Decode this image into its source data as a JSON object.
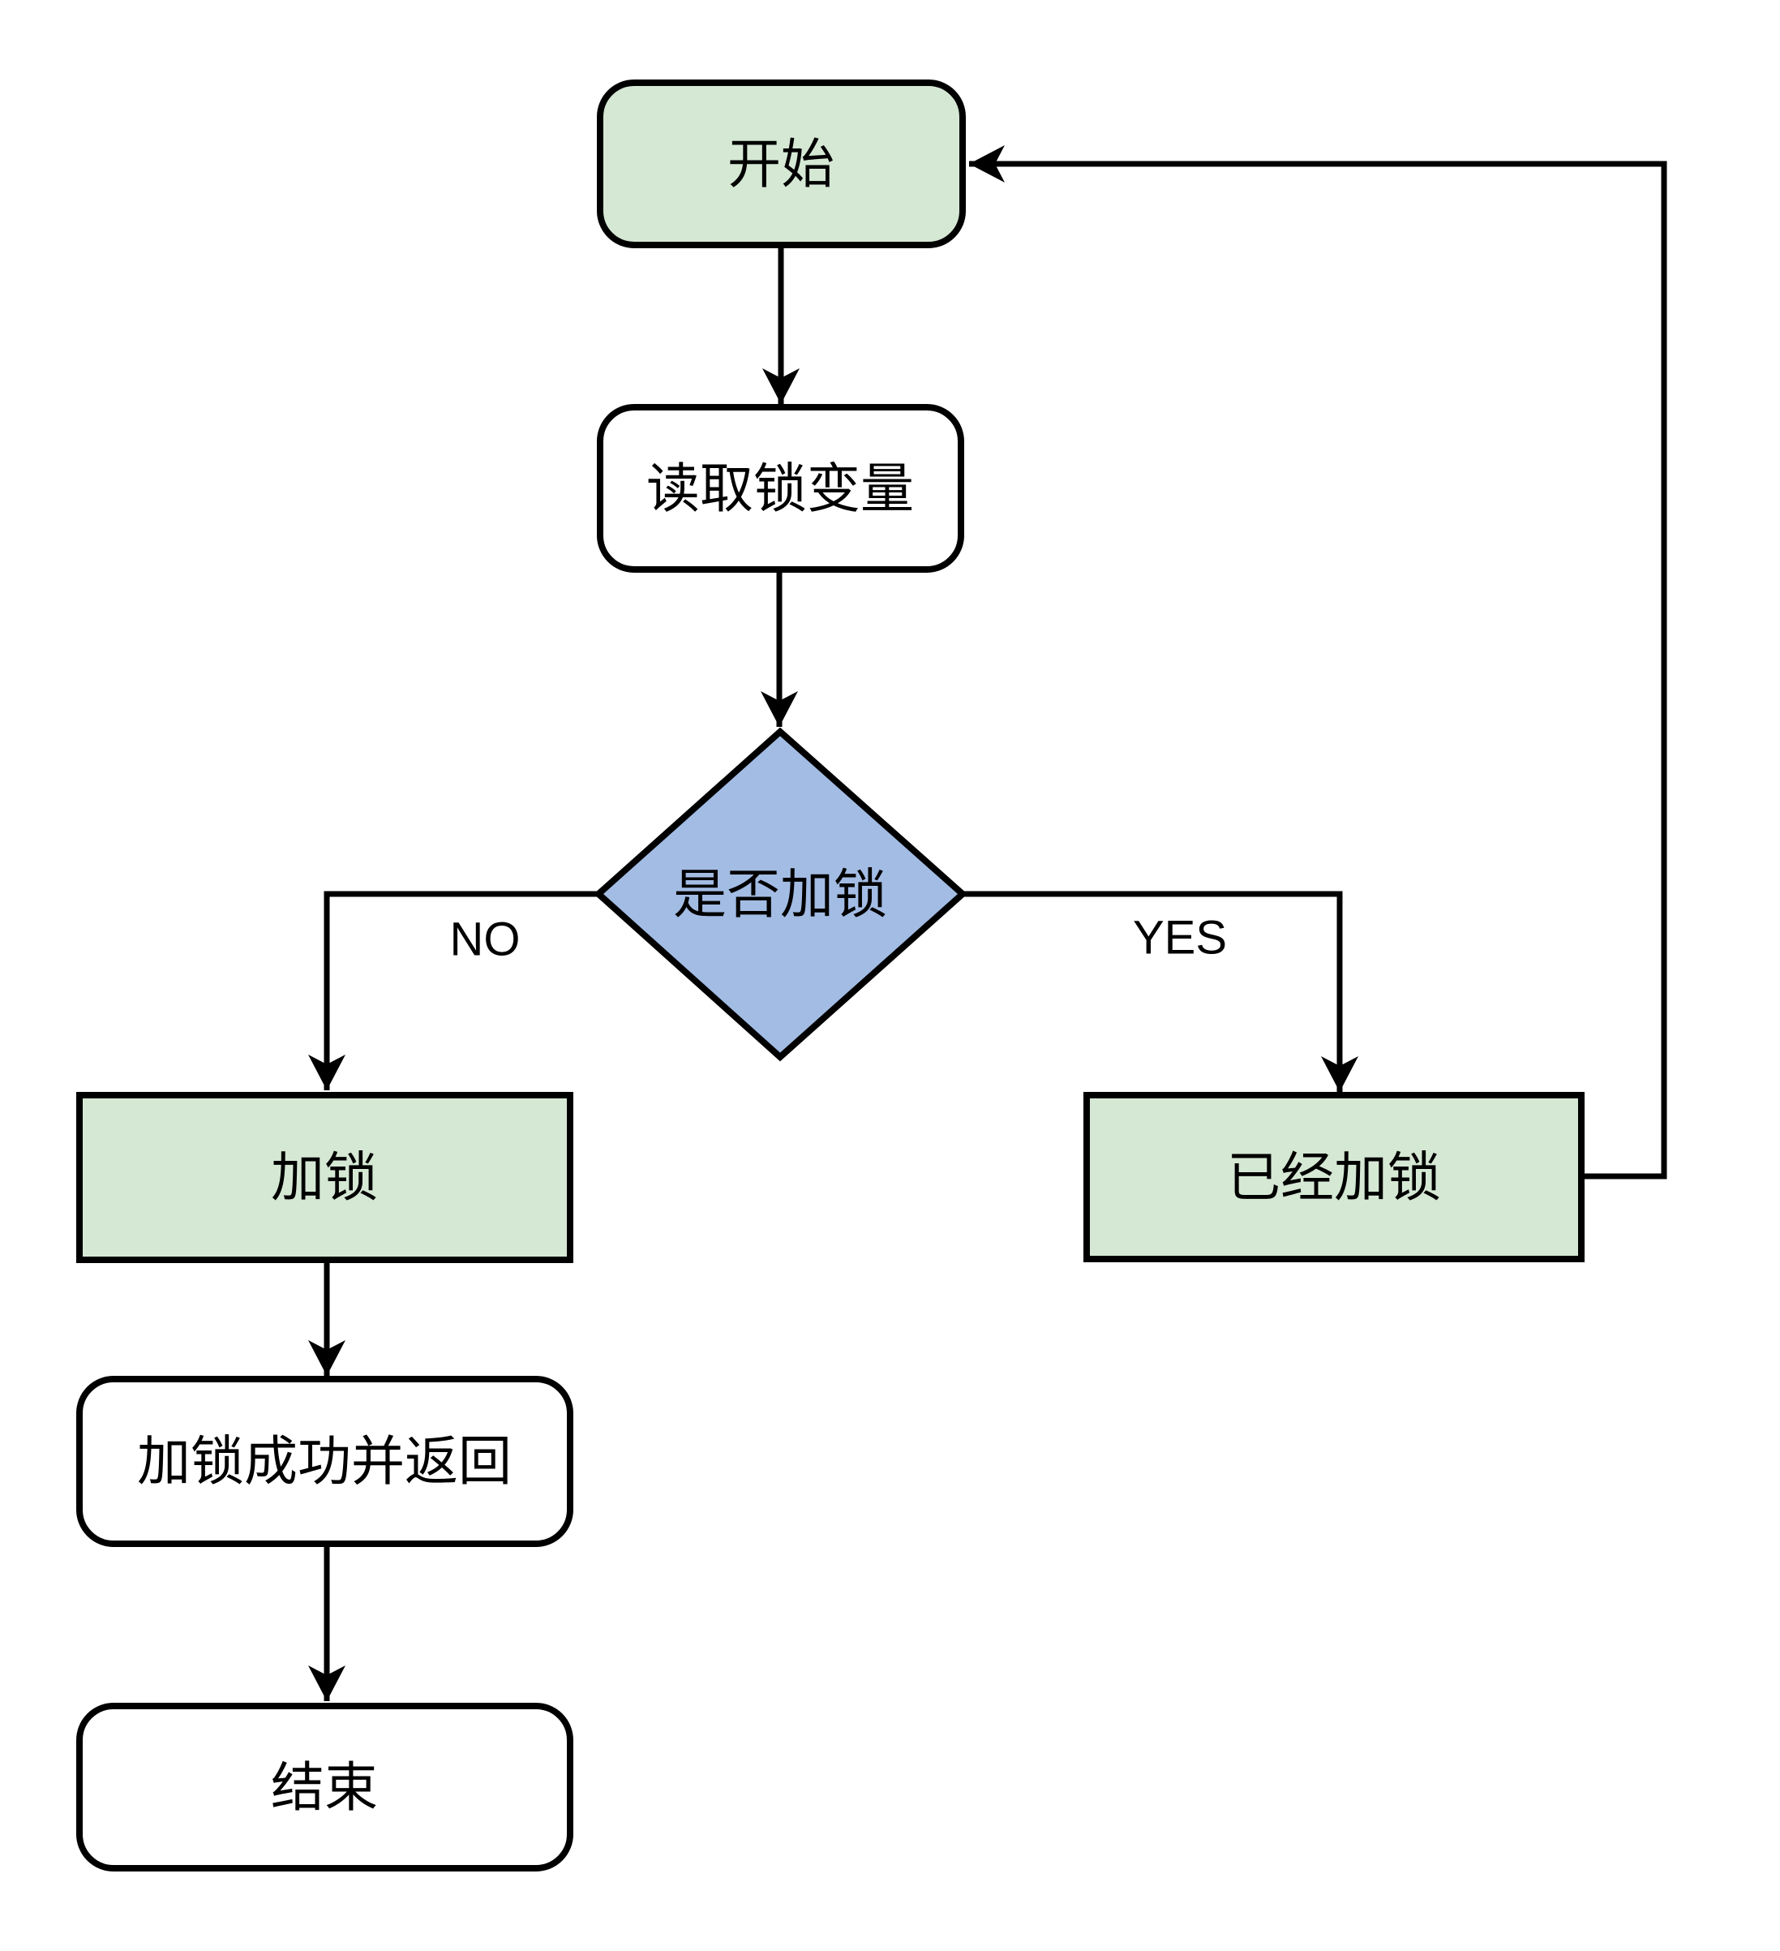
{
  "flowchart": {
    "nodes": {
      "start": {
        "label": "开始",
        "shape": "rounded-rect",
        "fill": "green"
      },
      "read_lock": {
        "label": "读取锁变量",
        "shape": "rounded-rect",
        "fill": "white"
      },
      "decision": {
        "label": "是否加锁",
        "shape": "diamond",
        "fill": "blue"
      },
      "lock": {
        "label": "加锁",
        "shape": "rect",
        "fill": "green"
      },
      "already_locked": {
        "label": "已经加锁",
        "shape": "rect",
        "fill": "green"
      },
      "lock_success": {
        "label": "加锁成功并返回",
        "shape": "rounded-rect",
        "fill": "white"
      },
      "end": {
        "label": "结束",
        "shape": "rounded-rect",
        "fill": "white"
      }
    },
    "edges": [
      {
        "from": "start",
        "to": "read_lock",
        "label": ""
      },
      {
        "from": "read_lock",
        "to": "decision",
        "label": ""
      },
      {
        "from": "decision",
        "to": "lock",
        "label": "NO"
      },
      {
        "from": "decision",
        "to": "already_locked",
        "label": "YES"
      },
      {
        "from": "lock",
        "to": "lock_success",
        "label": ""
      },
      {
        "from": "lock_success",
        "to": "end",
        "label": ""
      },
      {
        "from": "already_locked",
        "to": "start",
        "label": ""
      }
    ],
    "colors": {
      "node_green": "#d5e8d4",
      "node_blue": "#a3bce4",
      "node_white": "#ffffff",
      "stroke": "#000000",
      "background": "#ffffff"
    }
  }
}
